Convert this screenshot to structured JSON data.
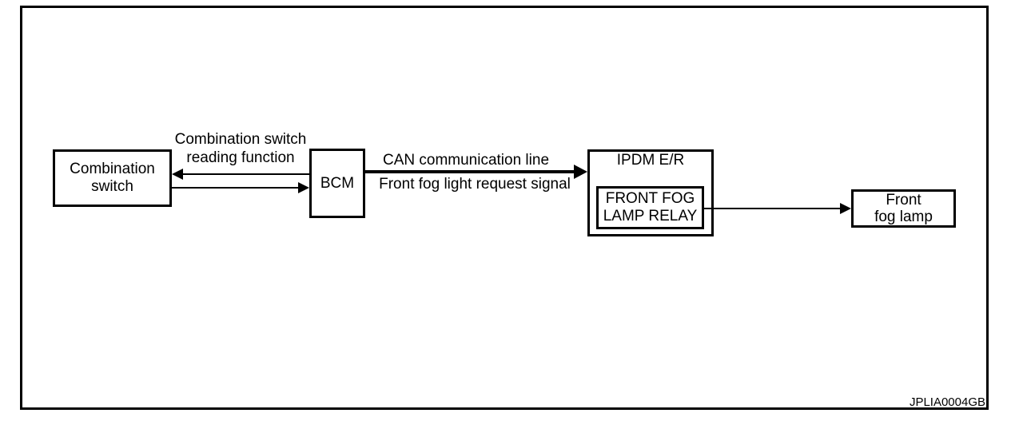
{
  "figure": {
    "code": "JPLIA0004GB"
  },
  "nodes": {
    "combination_switch": {
      "line1": "Combination",
      "line2": "switch"
    },
    "bcm": {
      "label": "BCM"
    },
    "ipdm_er": {
      "title": "IPDM E/R",
      "relay": {
        "line1": "FRONT FOG",
        "line2": "LAMP RELAY"
      }
    },
    "front_fog_lamp": {
      "line1": "Front",
      "line2": "fog lamp"
    }
  },
  "connections": {
    "reading_function": {
      "line1": "Combination switch",
      "line2": "reading function"
    },
    "can": {
      "above": "CAN communication line",
      "below": "Front fog light request signal"
    }
  },
  "colors": {
    "ink": "#000000",
    "paper": "#ffffff"
  }
}
